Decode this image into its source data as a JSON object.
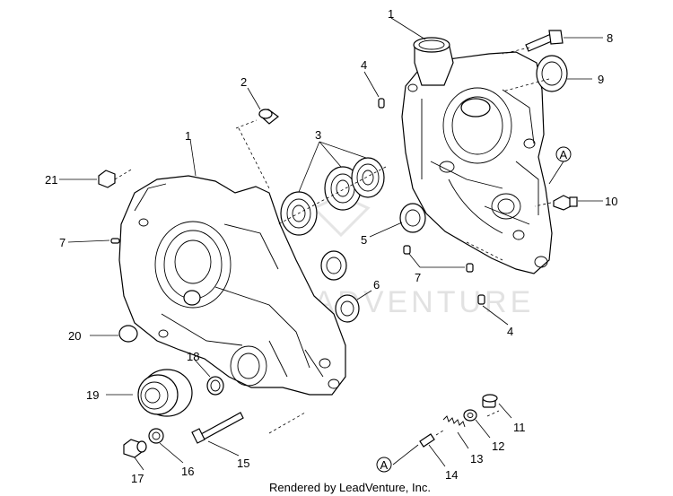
{
  "diagram": {
    "callouts": [
      "1",
      "1",
      "2",
      "3",
      "4",
      "4",
      "5",
      "6",
      "7",
      "7",
      "8",
      "9",
      "10",
      "11",
      "12",
      "13",
      "14",
      "15",
      "16",
      "17",
      "18",
      "19",
      "20",
      "21"
    ],
    "ref_mark": "A",
    "watermark": "LEADVENTURE",
    "credit": "Rendered by LeadVenture, Inc."
  }
}
